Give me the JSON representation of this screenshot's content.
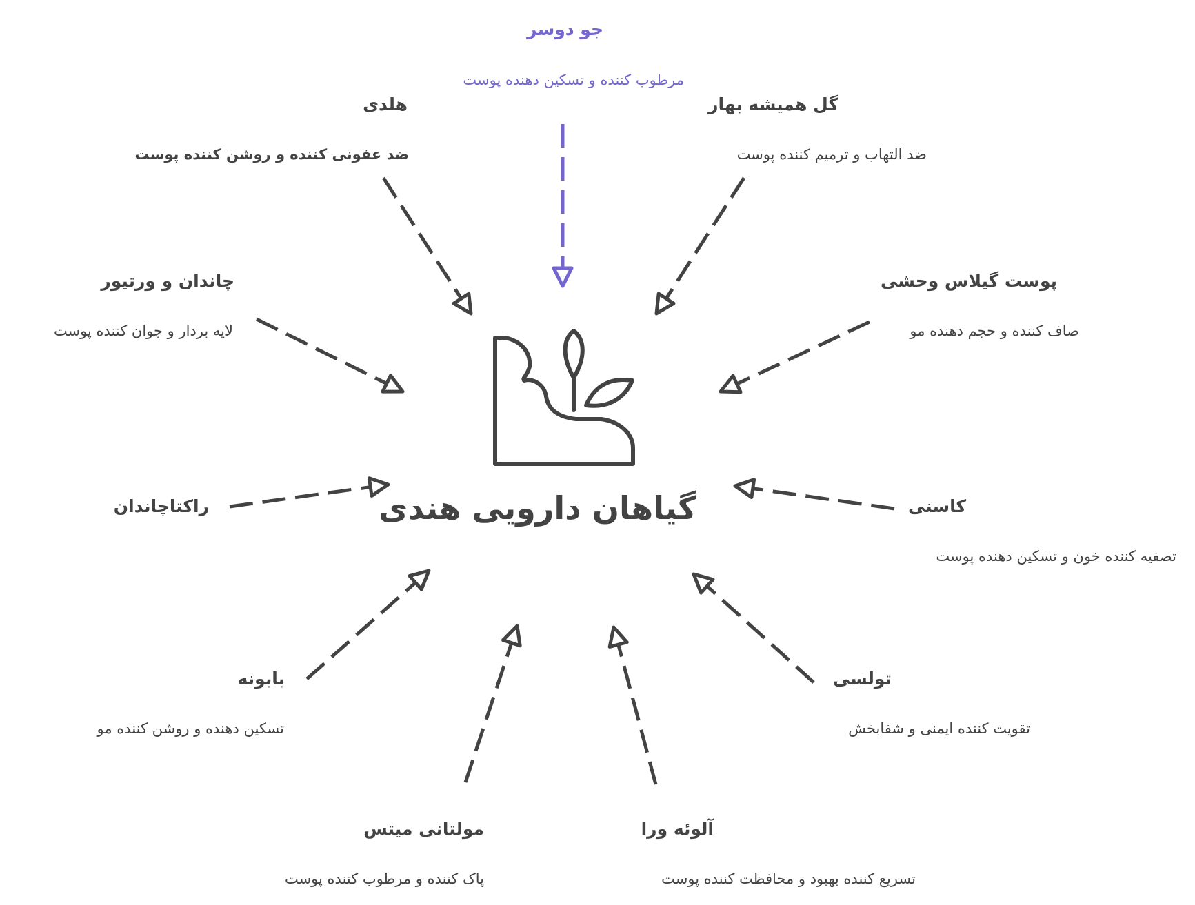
{
  "center": {
    "title": "گیاهان دارویی هندی",
    "icon": "plant-cliff-icon"
  },
  "colors": {
    "text": "#434343",
    "highlight": "#7367cf",
    "background": "#ffffff"
  },
  "nodes": [
    {
      "id": "jo-dosar",
      "title": "جو دوسر",
      "desc": "مرطوب کننده و تسکین دهنده پوست",
      "highlight": true
    },
    {
      "id": "haldi",
      "title": "هلدی",
      "desc": "ضد عفونی کننده و روشن کننده پوست"
    },
    {
      "id": "calendula",
      "title": "گل همیشه بهار",
      "desc": "ضد التهاب و ترمیم کننده پوست"
    },
    {
      "id": "chandan",
      "title": "چاندان و ورتیور",
      "desc": "لایه بردار و جوان کننده پوست"
    },
    {
      "id": "wild-cherry",
      "title": "پوست گیلاس وحشی",
      "desc": "صاف کننده و حجم دهنده مو"
    },
    {
      "id": "raktachandan",
      "title": "راکتاچاندان",
      "desc": ""
    },
    {
      "id": "kasni",
      "title": "کاسنی",
      "desc": "تصفیه کننده خون و تسکین دهنده پوست"
    },
    {
      "id": "babooneh",
      "title": "بابونه",
      "desc": "تسکین دهنده و روشن کننده مو"
    },
    {
      "id": "tulsi",
      "title": "تولسی",
      "desc": "تقویت کننده ایمنی و شفابخش"
    },
    {
      "id": "multani",
      "title": "مولتانی میتس",
      "desc": "پاک کننده و مرطوب کننده پوست"
    },
    {
      "id": "aloe",
      "title": "آلوئه ورا",
      "desc": "تسریع کننده بهبود و محافظت کننده پوست"
    }
  ]
}
